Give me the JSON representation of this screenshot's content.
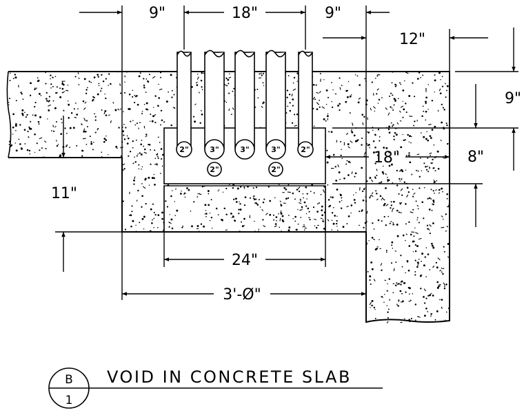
{
  "dimensions": {
    "left_9": "9\"",
    "top_18": "18\"",
    "right_9": "9\"",
    "right_12": "12\"",
    "right_top_9": "9\"",
    "right_8": "8\"",
    "void_18": "18\"",
    "left_11": "11\"",
    "bottom_24": "24\"",
    "bottom_3ft": "3'-Ø\""
  },
  "pipes": {
    "row1": [
      "2\"",
      "3\"",
      "3\"",
      "3\"",
      "2\""
    ],
    "row2": [
      "2\"",
      "2\""
    ]
  },
  "title": {
    "text": "VOID IN CONCRETE SLAB",
    "detail_id": "B",
    "sheet": "1"
  }
}
